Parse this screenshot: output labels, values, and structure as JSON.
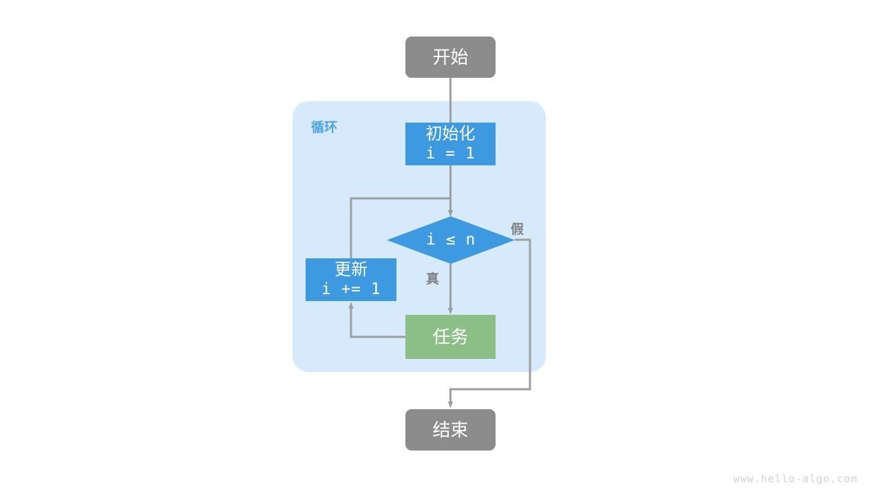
{
  "diagram": {
    "title_watermark": "www.hello-algo.com",
    "group": {
      "label": "循环",
      "fill": "#d6eafb"
    },
    "colors": {
      "terminal": "#8c8c8c",
      "process_blue": "#3d9ae0",
      "task_green": "#8bbf85",
      "edge": "#9e9e9e",
      "group_fill": "#d6eafb",
      "group_label": "#4aa3e3",
      "edge_label": "#808080",
      "watermark": "#d2d2d2",
      "node_text": "#ffffff"
    },
    "nodes": [
      {
        "id": "start",
        "shape": "rounded-rect",
        "label": "开始",
        "fill": "#8c8c8c"
      },
      {
        "id": "init",
        "shape": "rect",
        "label": "初始化",
        "code": "i = 1",
        "fill": "#3d9ae0"
      },
      {
        "id": "condition",
        "shape": "diamond",
        "code": "i ≤ n",
        "fill": "#3d9ae0"
      },
      {
        "id": "update",
        "shape": "rect",
        "label": "更新",
        "code": "i += 1",
        "fill": "#3d9ae0"
      },
      {
        "id": "task",
        "shape": "rect",
        "label": "任务",
        "fill": "#8bbf85"
      },
      {
        "id": "end",
        "shape": "rounded-rect",
        "label": "结束",
        "fill": "#8c8c8c"
      }
    ],
    "edges": [
      {
        "from": "start",
        "to": "init",
        "label": ""
      },
      {
        "from": "init",
        "to": "condition",
        "label": ""
      },
      {
        "from": "condition",
        "to": "task",
        "label": "真"
      },
      {
        "from": "condition",
        "to": "end",
        "label": "假"
      },
      {
        "from": "task",
        "to": "update",
        "label": ""
      },
      {
        "from": "update",
        "to": "condition",
        "label": ""
      }
    ],
    "edge_labels": {
      "true": "真",
      "false": "假"
    }
  }
}
